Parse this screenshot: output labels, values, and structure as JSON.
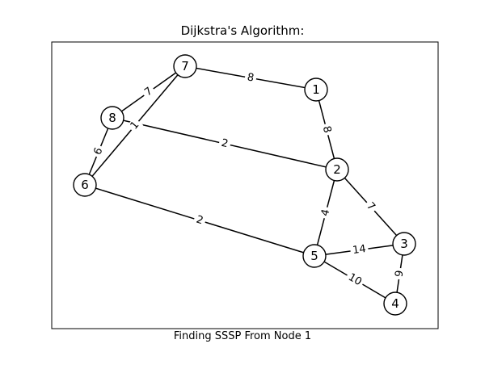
{
  "title": "Dijkstra's Algorithm:",
  "caption": "Finding SSSP From Node 1",
  "nodes": [
    {
      "id": "1",
      "label": "1"
    },
    {
      "id": "2",
      "label": "2"
    },
    {
      "id": "3",
      "label": "3"
    },
    {
      "id": "4",
      "label": "4"
    },
    {
      "id": "5",
      "label": "5"
    },
    {
      "id": "6",
      "label": "6"
    },
    {
      "id": "7",
      "label": "7"
    },
    {
      "id": "8",
      "label": "8"
    }
  ],
  "edges": [
    {
      "from": "7",
      "to": "1",
      "weight": "8"
    },
    {
      "from": "1",
      "to": "2",
      "weight": "8"
    },
    {
      "from": "8",
      "to": "2",
      "weight": "2"
    },
    {
      "from": "8",
      "to": "7",
      "weight": "7"
    },
    {
      "from": "6",
      "to": "7",
      "weight": "1"
    },
    {
      "from": "8",
      "to": "6",
      "weight": "6"
    },
    {
      "from": "6",
      "to": "5",
      "weight": "2"
    },
    {
      "from": "2",
      "to": "5",
      "weight": "4"
    },
    {
      "from": "2",
      "to": "3",
      "weight": "7"
    },
    {
      "from": "5",
      "to": "3",
      "weight": "14"
    },
    {
      "from": "5",
      "to": "4",
      "weight": "10"
    },
    {
      "from": "3",
      "to": "4",
      "weight": "9"
    }
  ]
}
